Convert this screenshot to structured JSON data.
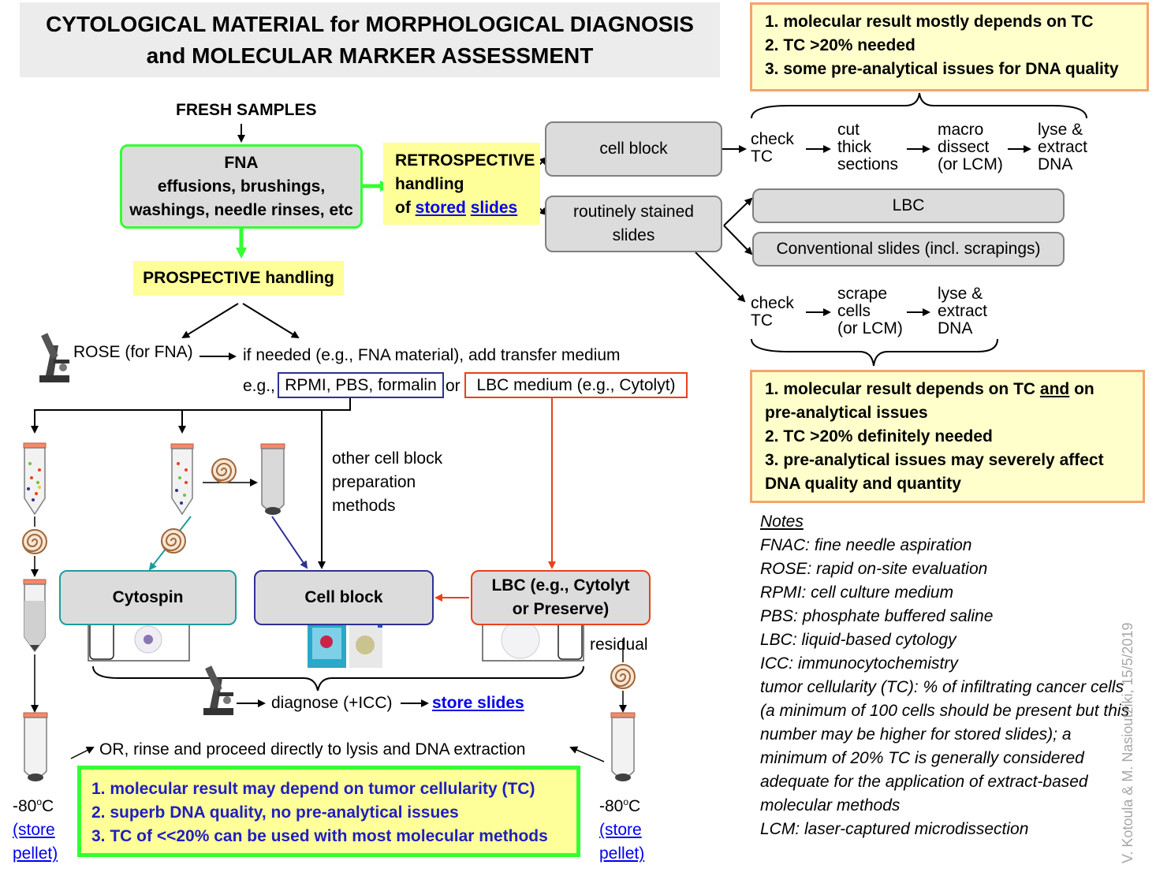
{
  "title": {
    "line1": "CYTOLOGICAL MATERIAL for MORPHOLOGICAL DIAGNOSIS",
    "line2": "and MOLECULAR MARKER ASSESSMENT"
  },
  "top_right_box": {
    "line1": "1. molecular result mostly depends on TC",
    "line2": "2. TC >20% needed",
    "line3": "3. some pre-analytical issues for DNA quality"
  },
  "fresh_samples": "FRESH SAMPLES",
  "fna_box": {
    "line1": "FNA",
    "line2": "effusions, brushings,",
    "line3": "washings, needle rinses, etc"
  },
  "retrospective": {
    "line1": "RETROSPECTIVE",
    "line2": "handling",
    "of": "of",
    "stored": "stored",
    "slides": "slides"
  },
  "cell_block_top": "cell block",
  "routine_slides": {
    "line1": "routinely stained",
    "line2": "slides"
  },
  "lbc_box": "LBC",
  "conventional_box": "Conventional slides (incl. scrapings)",
  "flow_top": {
    "check": "check",
    "tc": "TC",
    "cut": "cut",
    "thick": "thick",
    "sections": "sections",
    "macro": "macro",
    "dissect": "dissect",
    "lcm": "(or LCM)",
    "lyse": "lyse &",
    "extract": "extract",
    "dna": "DNA"
  },
  "flow_bottom": {
    "check": "check",
    "tc": "TC",
    "scrape": "scrape",
    "cells": "cells",
    "lcm": "(or LCM)",
    "lyse": "lyse &",
    "extract": "extract",
    "dna": "DNA"
  },
  "mid_right_box": {
    "line1a": "1. molecular result depends on TC ",
    "line1and": "and",
    "line1b": " on",
    "line2": "pre-analytical issues",
    "line3": "2. TC >20% definitely needed",
    "line4": "3. pre-analytical issues may severely affect",
    "line5": "DNA quality and quantity"
  },
  "prospective": "PROSPECTIVE handling",
  "rose": "ROSE (for FNA)",
  "transfer": "if needed (e.g., FNA material), add transfer medium",
  "media": {
    "eg": "e.g.,",
    "rpmi": "RPMI, PBS, formalin",
    "or": "or",
    "lbc": "LBC medium (e.g., Cytolyt)"
  },
  "other_methods": {
    "line1": "other cell block",
    "line2": "preparation",
    "line3": "methods"
  },
  "cytospin": "Cytospin",
  "cell_block": "Cell block",
  "lbc_result": {
    "line1": "LBC (e.g., Cytolyt",
    "line2": "or Preserve)"
  },
  "residual": "residual",
  "diagnose": "diagnose (+ICC)",
  "store_slides": "store slides",
  "rinse": "OR, rinse and proceed directly to lysis and DNA extraction",
  "left_store": {
    "temp": "-80",
    "sup": "o",
    "unit": "C",
    "store": "(store",
    "pellet": "pellet)"
  },
  "right_store": {
    "temp": "-80",
    "sup": "o",
    "unit": "C",
    "store": "(store",
    "pellet": "pellet)"
  },
  "bottom_green_box": {
    "line1": "1. molecular result may depend on tumor cellularity (TC)",
    "line2": "2. superb DNA quality, no pre-analytical issues",
    "line3": "3. TC of <<20% can be used with most molecular methods"
  },
  "notes": {
    "heading": "Notes",
    "items": [
      "FNAC: fine needle aspiration",
      "ROSE: rapid on-site evaluation",
      "RPMI: cell culture medium",
      "PBS: phosphate buffered saline",
      "LBC: liquid-based cytology",
      "ICC: immunocytochemistry",
      "tumor cellularity (TC): % of infiltrating cancer cells (a minimum of 100 cells should be present but this number may be higher for stored slides); a minimum of 20% TC is generally considered adequate for the application of extract-based molecular methods",
      "LCM: laser-captured microdissection"
    ]
  },
  "credit": "V. Kotoula & M. Nasioutziki, 15/5/2019",
  "colors": {
    "green": "#33ff33",
    "orange_border": "#f4a46c",
    "navy": "#2e3192",
    "red_orange": "#e8421c",
    "teal": "#1e9c9c",
    "link_blue": "#0000ee",
    "note_text_blue": "#1f1fbf"
  }
}
